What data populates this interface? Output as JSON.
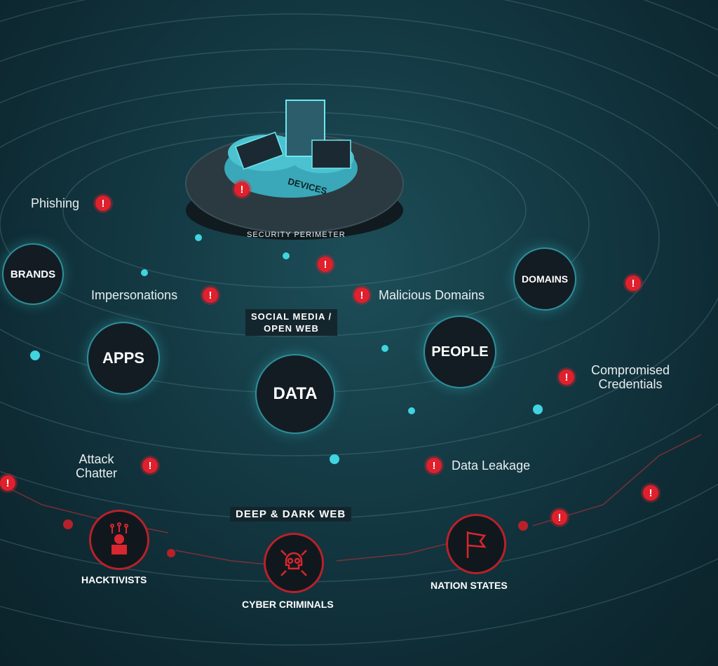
{
  "perimeter": {
    "label": "SECURITY PERIMETER",
    "platform_label": "DEVICES"
  },
  "nodes": {
    "brands": "BRANDS",
    "apps": "APPS",
    "data": "DATA",
    "people": "PEOPLE",
    "domains": "DOMAINS"
  },
  "layers": {
    "social_line1": "SOCIAL MEDIA /",
    "social_line2": "OPEN WEB",
    "deep_dark": "DEEP & DARK WEB"
  },
  "risks": {
    "phishing": "Phishing",
    "impersonations": "Impersonations",
    "malicious_domains": "Malicious Domains",
    "compromised_line1": "Compromised",
    "compromised_line2": "Credentials",
    "attack_line1": "Attack",
    "attack_line2": "Chatter",
    "data_leakage": "Data Leakage"
  },
  "threats": {
    "hacktivists": "HACKTIVISTS",
    "cyber_criminals": "CYBER CRIMINALS",
    "nation_states": "NATION STATES"
  },
  "alert_symbol": "!",
  "colors": {
    "background": "#143a44",
    "accent_cyan": "#3fd4e0",
    "alert_red": "#e0202c",
    "node_fill": "#131c23"
  }
}
